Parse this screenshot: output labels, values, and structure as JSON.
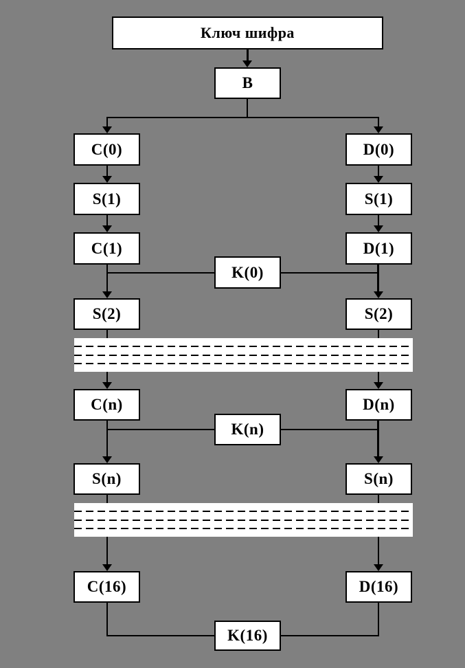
{
  "diagram": {
    "title": "Ключ шифра",
    "colors": {
      "background": "#808080",
      "box_fill": "#ffffff",
      "box_border": "#000000",
      "line": "#000000",
      "text": "#000000"
    },
    "nodes": {
      "title_box": {
        "label": "Ключ шифра"
      },
      "b": {
        "label": "B"
      },
      "c0": {
        "label": "C(0)"
      },
      "d0": {
        "label": "D(0)"
      },
      "s1_left": {
        "label": "S(1)"
      },
      "s1_right": {
        "label": "S(1)"
      },
      "c1": {
        "label": "C(1)"
      },
      "d1": {
        "label": "D(1)"
      },
      "k0": {
        "label": "K(0)"
      },
      "s2_left": {
        "label": "S(2)"
      },
      "s2_right": {
        "label": "S(2)"
      },
      "cn": {
        "label": "C(n)"
      },
      "dn": {
        "label": "D(n)"
      },
      "kn": {
        "label": "K(n)"
      },
      "sn_left": {
        "label": "S(n)"
      },
      "sn_right": {
        "label": "S(n)"
      },
      "c16": {
        "label": "C(16)"
      },
      "d16": {
        "label": "D(16)"
      },
      "k16": {
        "label": "K(16)"
      }
    }
  }
}
